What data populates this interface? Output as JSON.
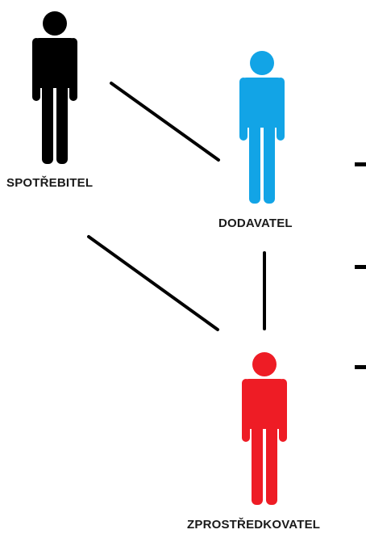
{
  "figures": [
    {
      "id": "consumer",
      "label": "SPOTŘEBITEL",
      "color": "#000000",
      "icon": "person-icon"
    },
    {
      "id": "supplier",
      "label": "DODAVATEL",
      "color": "#12A4E6",
      "icon": "person-icon"
    },
    {
      "id": "intermediary",
      "label": "ZPROSTŘEDKOVATEL",
      "color": "#EE1C25",
      "icon": "person-icon"
    }
  ],
  "connections": [
    {
      "from": "consumer",
      "to": "supplier"
    },
    {
      "from": "consumer",
      "to": "intermediary"
    },
    {
      "from": "supplier",
      "to": "intermediary"
    }
  ],
  "dash_markers": 3,
  "colors": {
    "line": "#000000",
    "background": "#FFFFFF"
  }
}
